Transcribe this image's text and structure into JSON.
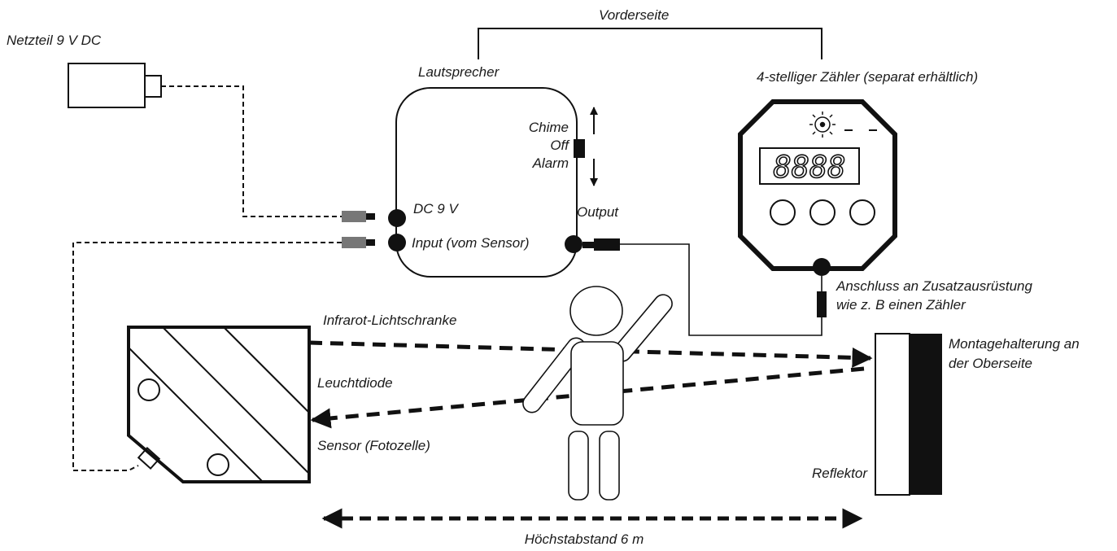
{
  "labels": {
    "front": "Vorderseite",
    "power_supply": "Netzteil 9 V DC",
    "speaker": "Lautsprecher",
    "counter": "4-stelliger Zähler (separat erhältlich)",
    "switch_chime": "Chime",
    "switch_off": "Off",
    "switch_alarm": "Alarm",
    "port_dc": "DC 9 V",
    "port_input": "Input (vom Sensor)",
    "port_output": "Output",
    "accessory_line1": "Anschluss an Zusatzausrüstung",
    "accessory_line2": "wie z. B einen Zähler",
    "ir_beam": "Infrarot-Lichtschranke",
    "led": "Leuchtdiode",
    "photocell": "Sensor (Fotozelle)",
    "mount_line1": "Montagehalterung an",
    "mount_line2": "der Oberseite",
    "reflector": "Reflektor",
    "max_distance": "Höchstabstand 6 m",
    "display_digits": "8888"
  }
}
